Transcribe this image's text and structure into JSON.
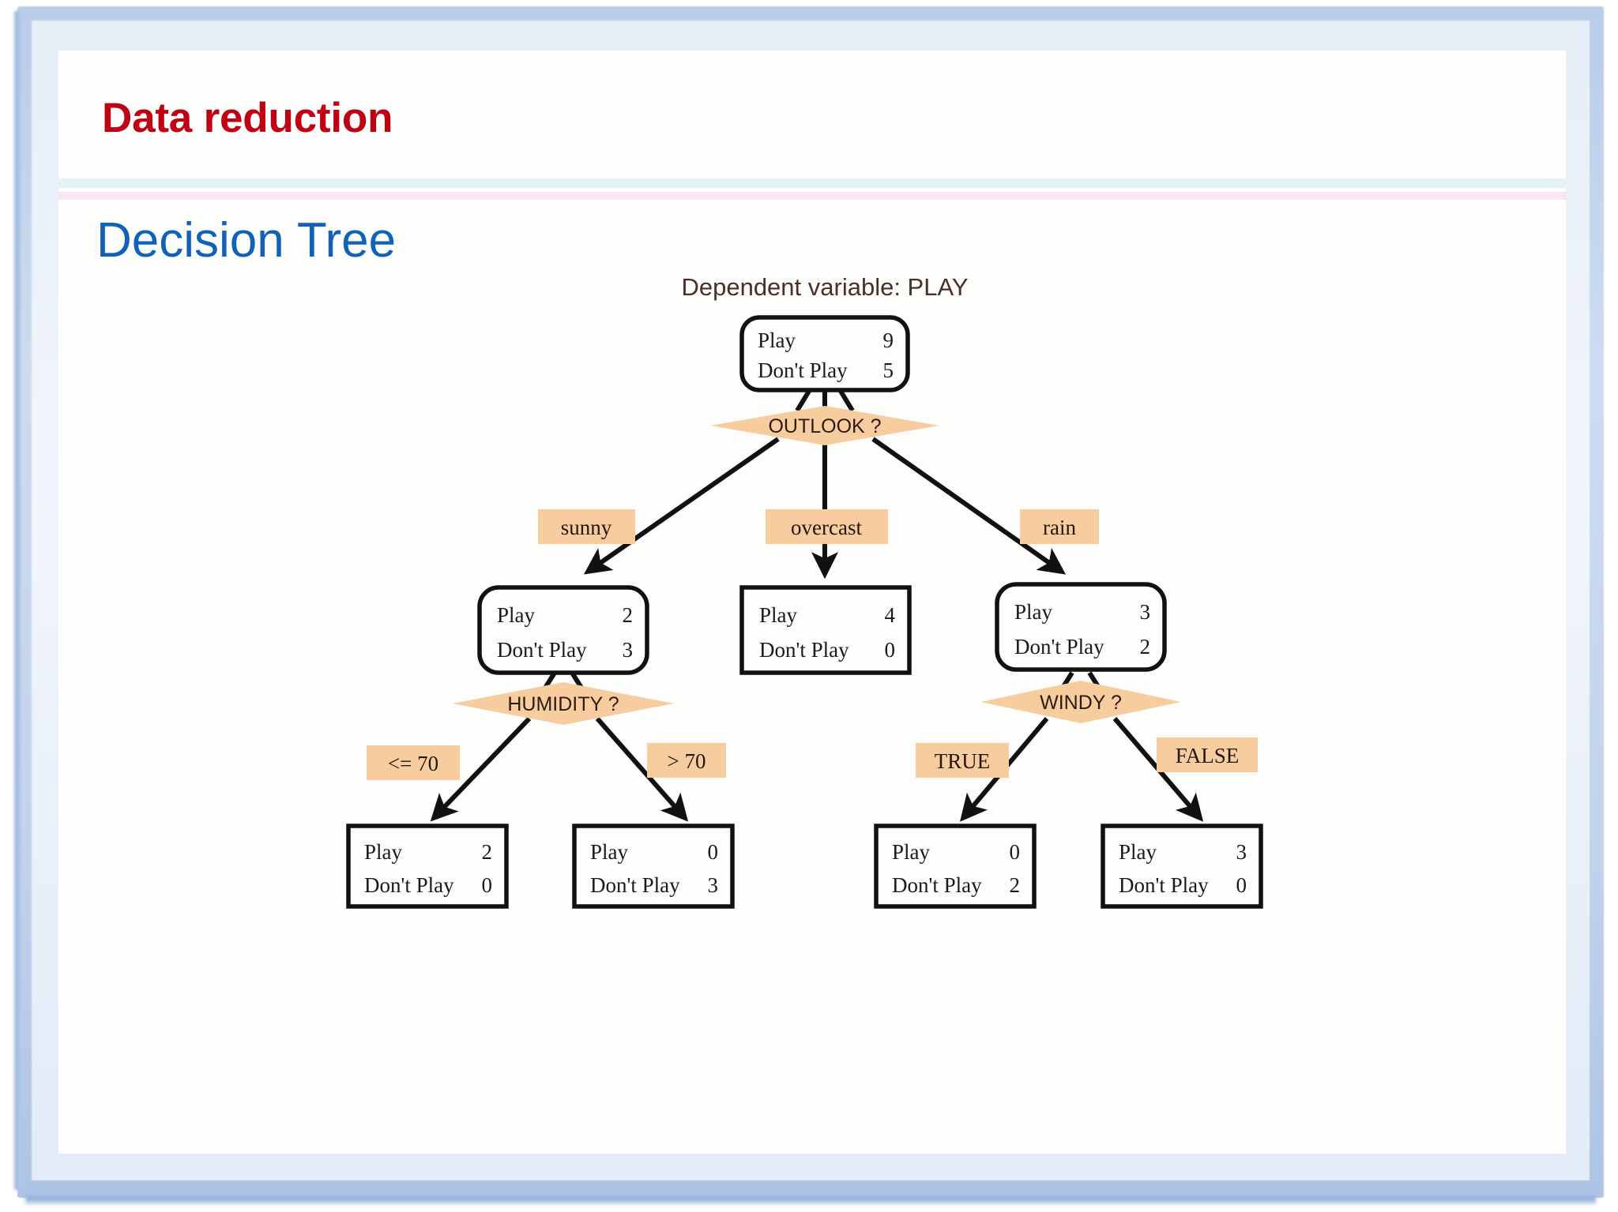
{
  "slide": {
    "title": "Data reduction",
    "subtitle": "Decision Tree",
    "title_color": "#c00013",
    "subtitle_color": "#0f62b8",
    "frame_color": "#b9cde9",
    "rule_teal_color": "#e6f3f2",
    "rule_pink_color": "#f8e7f3"
  },
  "chart_data": {
    "type": "diagram",
    "title": "Dependent variable: PLAY",
    "diagram_kind": "decision-tree",
    "accent_color": "#f7cda0",
    "line_color": "#111111",
    "labels": {
      "play": "Play",
      "dont_play": "Don't Play"
    },
    "nodes": [
      {
        "id": "root",
        "shape": "rounded",
        "play": "9",
        "dont_play": "5"
      },
      {
        "id": "sunny",
        "shape": "rounded",
        "play": "2",
        "dont_play": "3"
      },
      {
        "id": "overcast",
        "shape": "square",
        "play": "4",
        "dont_play": "0"
      },
      {
        "id": "rain",
        "shape": "rounded",
        "play": "3",
        "dont_play": "2"
      },
      {
        "id": "hum-le70",
        "shape": "square",
        "play": "2",
        "dont_play": "0"
      },
      {
        "id": "hum-gt70",
        "shape": "square",
        "play": "0",
        "dont_play": "3"
      },
      {
        "id": "windy-true",
        "shape": "square",
        "play": "0",
        "dont_play": "2"
      },
      {
        "id": "windy-false",
        "shape": "square",
        "play": "3",
        "dont_play": "0"
      }
    ],
    "decisions": [
      {
        "id": "outlook",
        "label": "OUTLOOK ?"
      },
      {
        "id": "humidity",
        "label": "HUMIDITY ?"
      },
      {
        "id": "windy",
        "label": "WINDY ?"
      }
    ],
    "edges": [
      {
        "from": "outlook",
        "to": "sunny",
        "label": "sunny"
      },
      {
        "from": "outlook",
        "to": "overcast",
        "label": "overcast"
      },
      {
        "from": "outlook",
        "to": "rain",
        "label": "rain"
      },
      {
        "from": "humidity",
        "to": "hum-le70",
        "label": "<= 70"
      },
      {
        "from": "humidity",
        "to": "hum-gt70",
        "label": "> 70"
      },
      {
        "from": "windy",
        "to": "windy-true",
        "label": "TRUE"
      },
      {
        "from": "windy",
        "to": "windy-false",
        "label": "FALSE"
      }
    ]
  }
}
